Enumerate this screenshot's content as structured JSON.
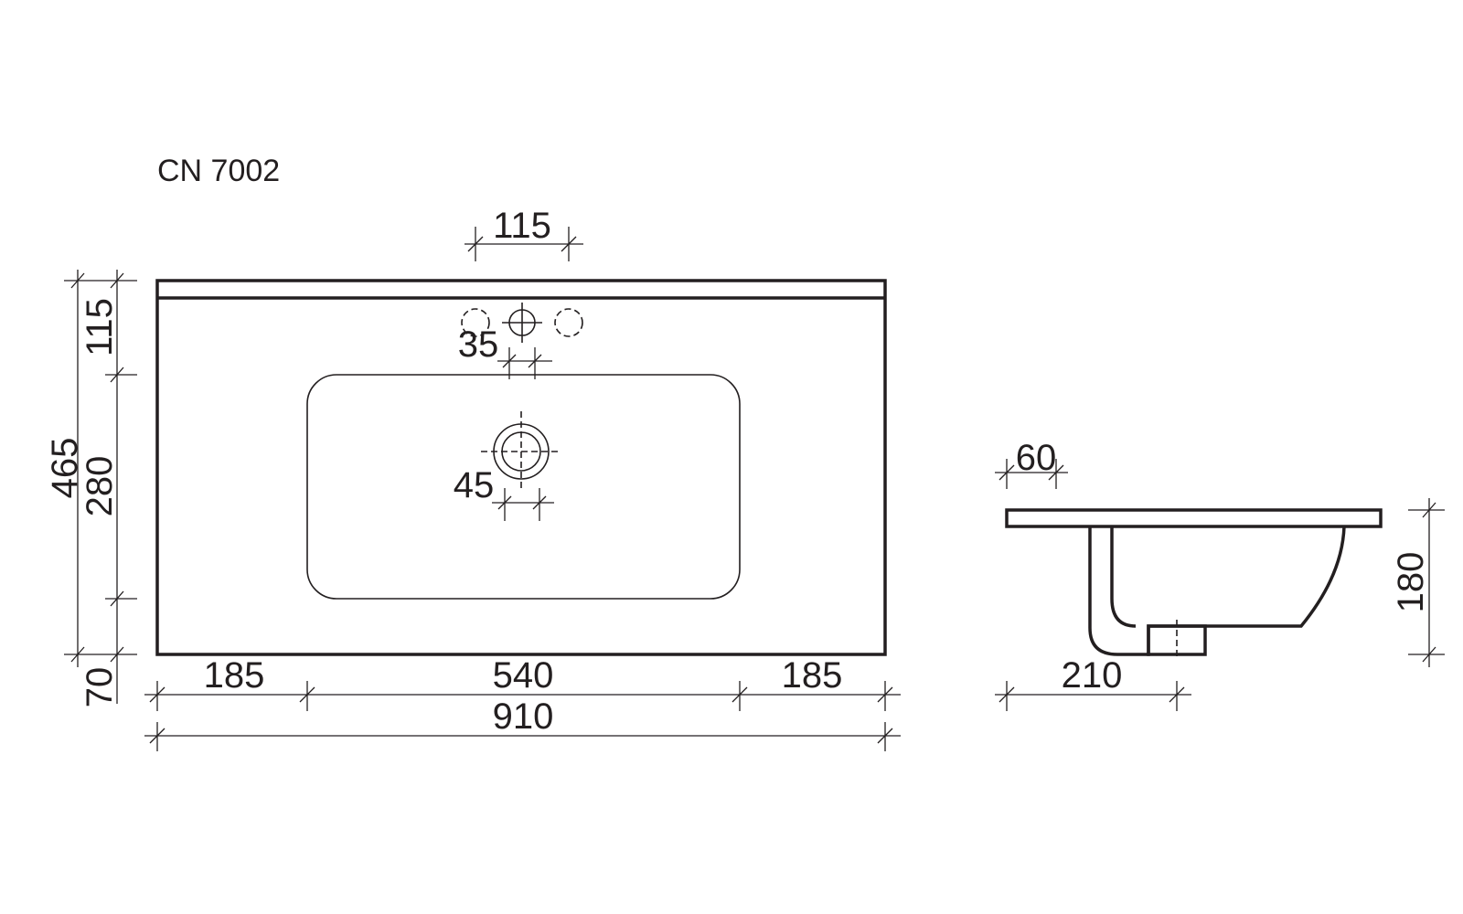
{
  "model": "CN 7002",
  "top_view": {
    "dimensions": {
      "overall_depth": "465",
      "faucet_from_back": "115",
      "basin_depth": "280",
      "front_margin": "70",
      "left_margin": "185",
      "basin_width": "540",
      "right_margin": "185",
      "overall_width": "910",
      "faucet_spacing": "115",
      "faucet_hole_diameter": "35",
      "drain_diameter": "45"
    }
  },
  "side_view": {
    "dimensions": {
      "rim_offset": "60",
      "height": "180",
      "depth_to_drain": "210"
    }
  }
}
